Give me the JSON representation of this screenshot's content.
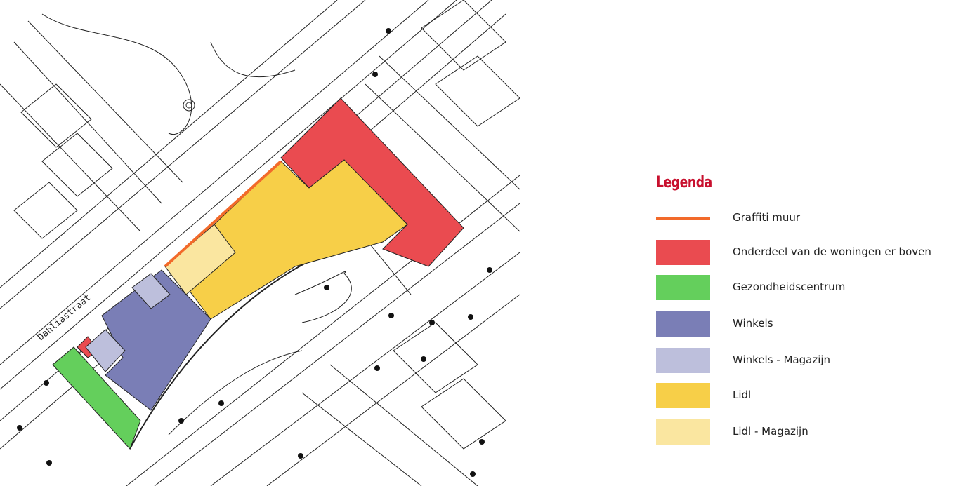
{
  "map": {
    "street_label": "Dahliastraat",
    "colors": {
      "graffiti": "#f26a2a",
      "woningen": "#ea4b50",
      "gezondheid": "#64cf5c",
      "winkels": "#7a7eb6",
      "winkels_magazijn": "#bdbfdc",
      "lidl": "#f7cf48",
      "lidl_magazijn": "#fae6a0",
      "line": "#222222"
    }
  },
  "legend": {
    "title": "Legenda",
    "title_color": "#c8102e",
    "items": [
      {
        "label": "Graffiti muur",
        "color": "#f26a2a",
        "kind": "line"
      },
      {
        "label": "Onderdeel van de woningen er boven",
        "color": "#ea4b50",
        "kind": "fill"
      },
      {
        "label": "Gezondheidscentrum",
        "color": "#64cf5c",
        "kind": "fill"
      },
      {
        "label": "Winkels",
        "color": "#7a7eb6",
        "kind": "fill"
      },
      {
        "label": "Winkels - Magazijn",
        "color": "#bdbfdc",
        "kind": "fill"
      },
      {
        "label": "Lidl",
        "color": "#f7cf48",
        "kind": "fill"
      },
      {
        "label": "Lidl - Magazijn",
        "color": "#fae6a0",
        "kind": "fill"
      }
    ]
  }
}
